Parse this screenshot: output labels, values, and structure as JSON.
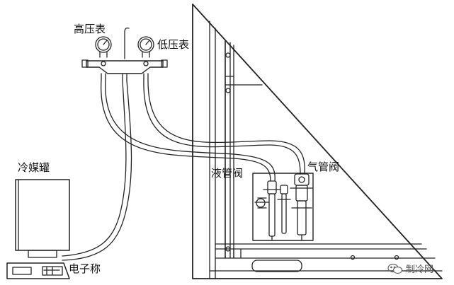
{
  "labels": {
    "high_pressure_gauge": "高压表",
    "low_pressure_gauge": "低压表",
    "refrigerant_tank": "冷媒罐",
    "liquid_valve": "液管阀",
    "gas_valve": "气管阀",
    "electronic_scale": "电子称"
  },
  "watermark": {
    "text": "制冷网",
    "icon": "wechat-icon"
  }
}
